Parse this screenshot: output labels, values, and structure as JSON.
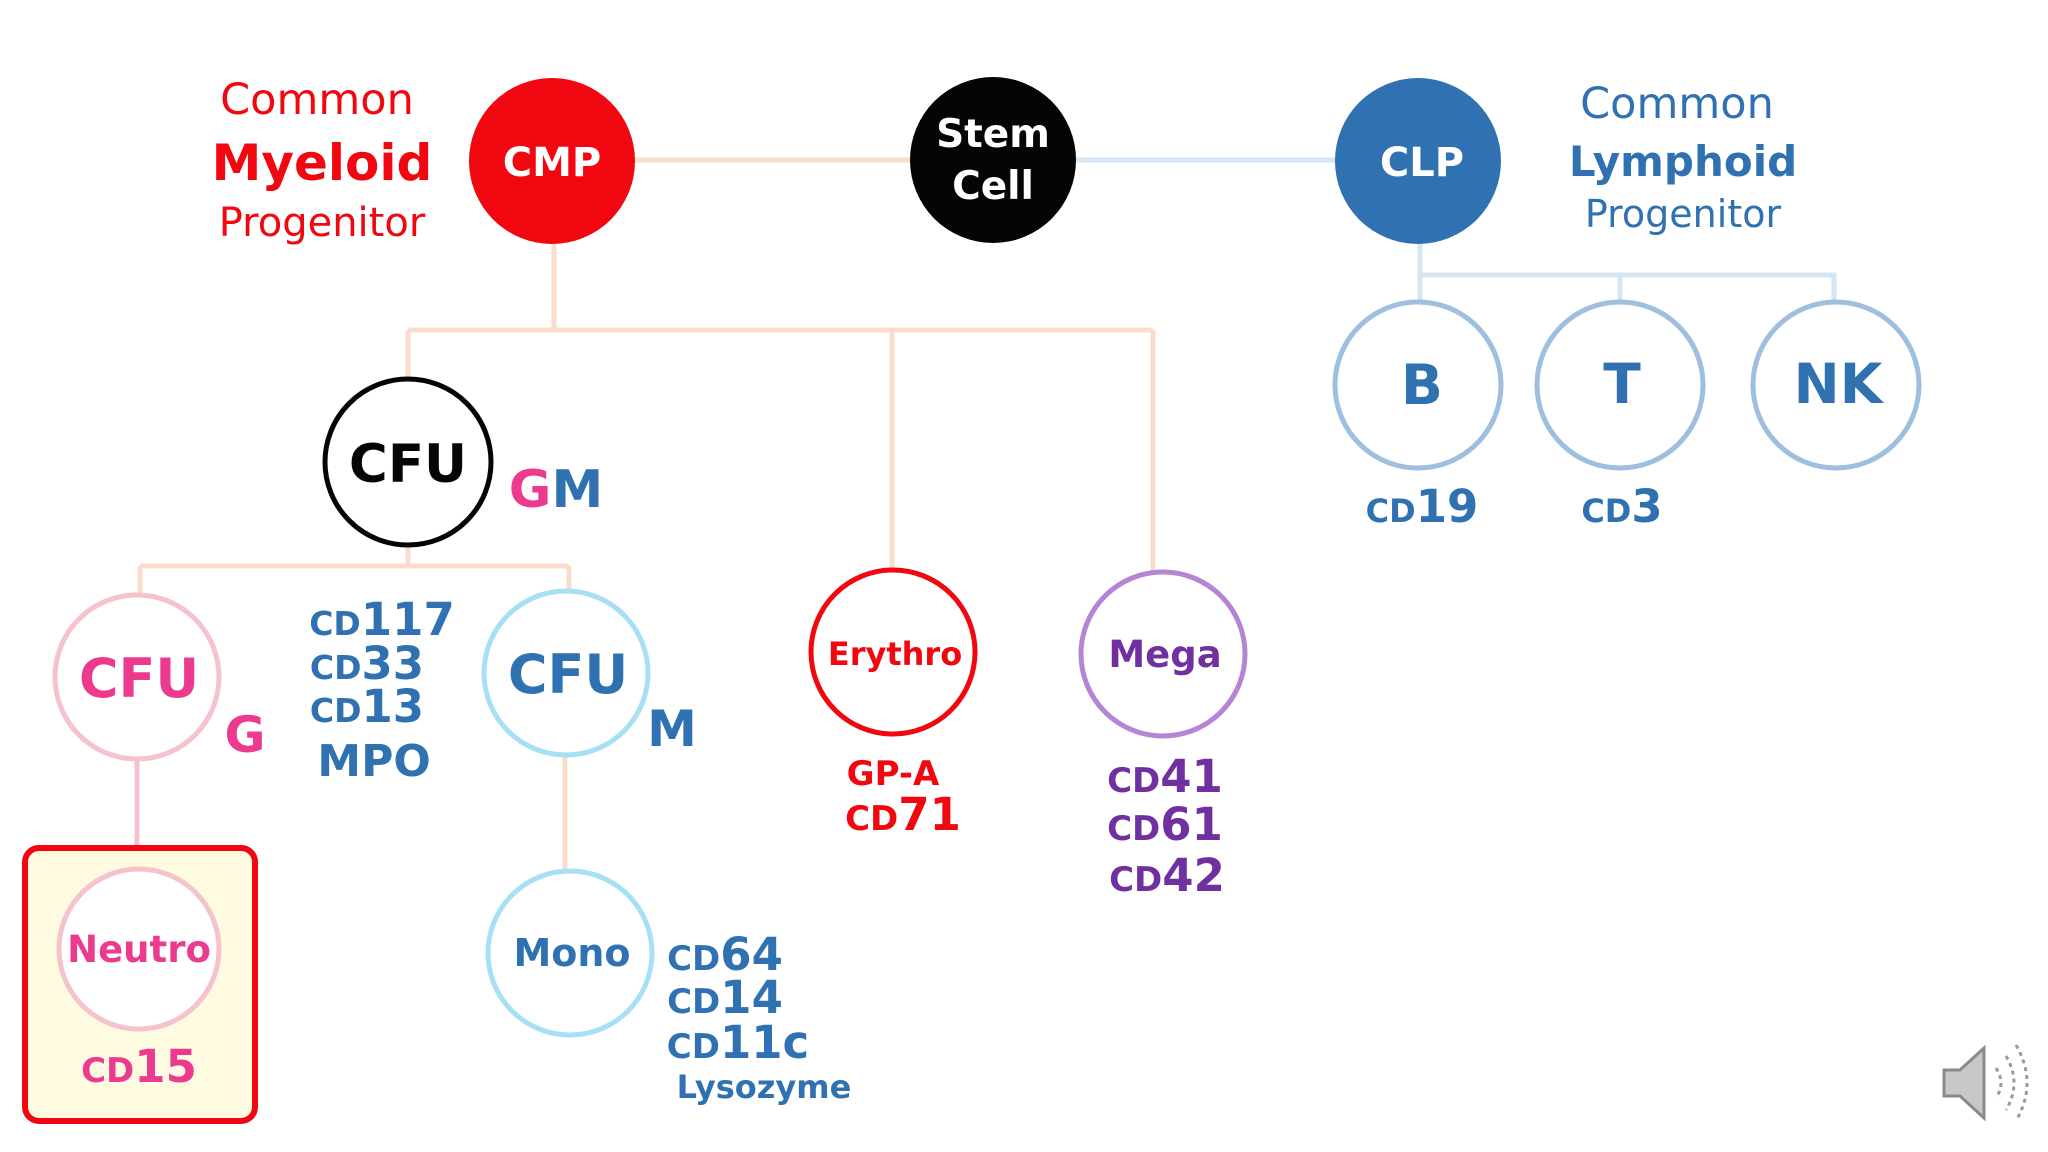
{
  "colors": {
    "myeloid": "#f0070f",
    "lymphoid": "#2f71b1",
    "stem": "#050505",
    "pink": "#ec3a8f",
    "pink_ring": "#f6c2cc",
    "cyan_ring": "#a7e0f4",
    "light_blue_ring": "#9fbfe0",
    "purple": "#7030a0",
    "purple_ring": "#b684d4",
    "myeloid_line": "#f9dccb",
    "lymphoid_line": "#d5e5f4",
    "highlight_fill": "#fffbe1"
  },
  "top": {
    "myeloid_label": [
      "Common",
      "Myeloid",
      "Progenitor"
    ],
    "lymphoid_label": [
      "Common",
      "Lymphoid",
      "Progenitor"
    ],
    "cmp": "CMP",
    "stem": [
      "Stem",
      "Cell"
    ],
    "clp": "CLP"
  },
  "lymphoid_cells": {
    "b": "B",
    "b_prefix": "CD",
    "b_num": "19",
    "t": "T",
    "t_prefix": "CD",
    "t_num": "3",
    "nk": "NK"
  },
  "cfu_gm": {
    "label": "CFU",
    "suffix_g": "G",
    "suffix_m": "M"
  },
  "cfu_g": {
    "label": "CFU",
    "suffix": "G"
  },
  "cfu_m": {
    "label": "CFU",
    "suffix": "M"
  },
  "cfu_markers": [
    {
      "prefix": "CD",
      "num": "117"
    },
    {
      "prefix": "CD",
      "num": "33"
    },
    {
      "prefix": "CD",
      "num": "13"
    },
    {
      "prefix": "",
      "num": "MPO"
    }
  ],
  "neutro": {
    "label": "Neutro",
    "prefix": "CD",
    "num": "15"
  },
  "mono": {
    "label": "Mono",
    "markers": [
      {
        "prefix": "CD",
        "num": "64"
      },
      {
        "prefix": "CD",
        "num": "14"
      },
      {
        "prefix": "CD",
        "num": "11c"
      }
    ],
    "extra": "Lysozyme"
  },
  "erythro": {
    "label": "Erythro",
    "markers": [
      {
        "prefix": "",
        "num": "GP-A"
      },
      {
        "prefix": "CD",
        "num": "71"
      }
    ]
  },
  "mega": {
    "label": "Mega",
    "markers": [
      {
        "prefix": "CD",
        "num": "41"
      },
      {
        "prefix": "CD",
        "num": "61"
      },
      {
        "prefix": "CD",
        "num": "42"
      }
    ]
  },
  "icons": {
    "speaker": "speaker-icon"
  }
}
